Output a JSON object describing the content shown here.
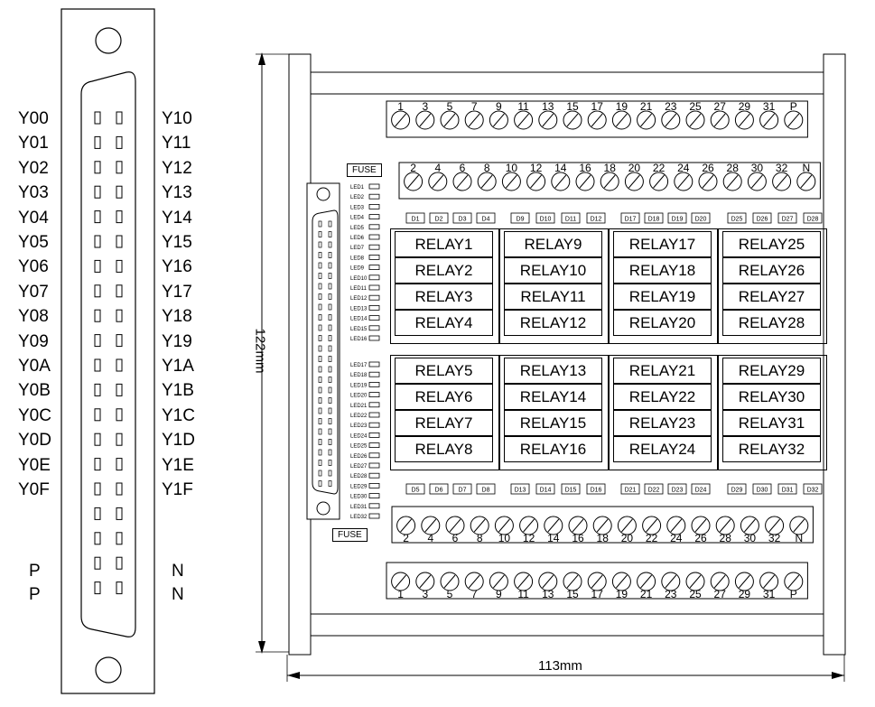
{
  "connector": {
    "left_labels": [
      "Y00",
      "Y01",
      "Y02",
      "Y03",
      "Y04",
      "Y05",
      "Y06",
      "Y07",
      "Y08",
      "Y09",
      "Y0A",
      "Y0B",
      "Y0C",
      "Y0D",
      "Y0E",
      "Y0F"
    ],
    "right_labels": [
      "Y10",
      "Y11",
      "Y12",
      "Y13",
      "Y14",
      "Y15",
      "Y16",
      "Y17",
      "Y18",
      "Y19",
      "Y1A",
      "Y1B",
      "Y1C",
      "Y1D",
      "Y1E",
      "Y1F"
    ],
    "power_left": [
      "P",
      "P"
    ],
    "power_right": [
      "N",
      "N"
    ]
  },
  "dimensions": {
    "height": "122mm",
    "width": "113mm"
  },
  "board": {
    "fuse_top": "FUSE",
    "fuse_bottom": "FUSE",
    "terminals_odd": [
      "1",
      "3",
      "5",
      "7",
      "9",
      "11",
      "13",
      "15",
      "17",
      "19",
      "21",
      "23",
      "25",
      "27",
      "29",
      "31",
      "P"
    ],
    "terminals_even": [
      "2",
      "4",
      "6",
      "8",
      "10",
      "12",
      "14",
      "16",
      "18",
      "20",
      "22",
      "24",
      "26",
      "28",
      "30",
      "32",
      "N"
    ],
    "leds": [
      "LED1",
      "LED2",
      "LED3",
      "LED4",
      "LED5",
      "LED6",
      "LED7",
      "LED8",
      "LED9",
      "LED10",
      "LED11",
      "LED12",
      "LED13",
      "LED14",
      "LED15",
      "LED16",
      "LED17",
      "LED18",
      "LED19",
      "LED20",
      "LED21",
      "LED22",
      "LED23",
      "LED24",
      "LED25",
      "LED26",
      "LED27",
      "LED28",
      "LED29",
      "LED30",
      "LED31",
      "LED32"
    ],
    "diodes_top": [
      "D1",
      "D2",
      "D3",
      "D4",
      "D9",
      "D10",
      "D11",
      "D12",
      "D17",
      "D18",
      "D19",
      "D20",
      "D25",
      "D26",
      "D27",
      "D28"
    ],
    "diodes_bottom": [
      "D5",
      "D6",
      "D7",
      "D8",
      "D13",
      "D14",
      "D15",
      "D16",
      "D21",
      "D22",
      "D23",
      "D24",
      "D29",
      "D30",
      "D31",
      "D32"
    ],
    "relay_groups_top": [
      [
        "RELAY1",
        "RELAY2",
        "RELAY3",
        "RELAY4"
      ],
      [
        "RELAY9",
        "RELAY10",
        "RELAY11",
        "RELAY12"
      ],
      [
        "RELAY17",
        "RELAY18",
        "RELAY19",
        "RELAY20"
      ],
      [
        "RELAY25",
        "RELAY26",
        "RELAY27",
        "RELAY28"
      ]
    ],
    "relay_groups_bottom": [
      [
        "RELAY5",
        "RELAY6",
        "RELAY7",
        "RELAY8"
      ],
      [
        "RELAY13",
        "RELAY14",
        "RELAY15",
        "RELAY16"
      ],
      [
        "RELAY21",
        "RELAY22",
        "RELAY23",
        "RELAY24"
      ],
      [
        "RELAY29",
        "RELAY30",
        "RELAY31",
        "RELAY32"
      ]
    ]
  }
}
